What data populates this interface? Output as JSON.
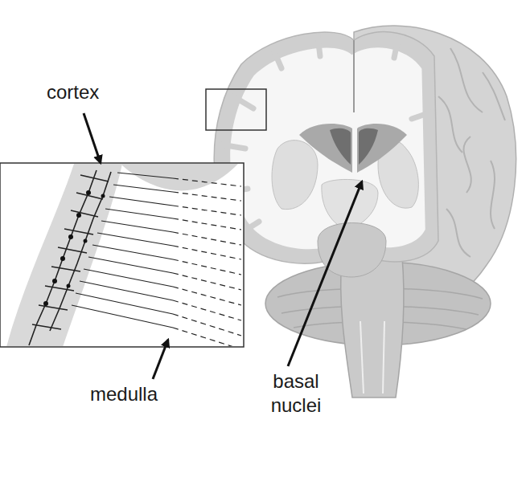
{
  "diagram": {
    "labels": [
      "cortex",
      "medulla",
      "basal nuclei"
    ]
  }
}
